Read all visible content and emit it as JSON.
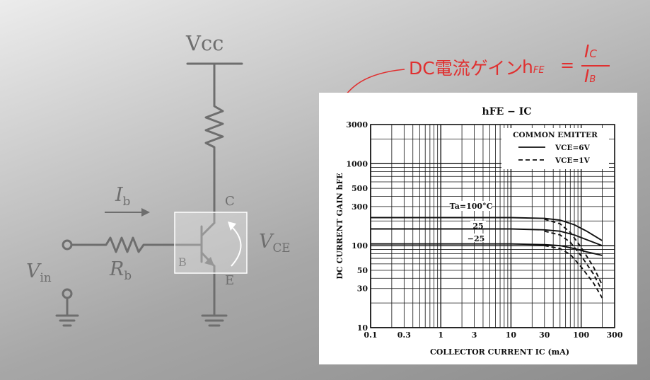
{
  "circuit": {
    "vcc_label": "Vcc",
    "ib_label": "I",
    "ib_sub": "b",
    "rb_label": "R",
    "rb_sub": "b",
    "vin_label": "V",
    "vin_sub": "in",
    "vce_label": "V",
    "vce_sub": "CE",
    "collector_label": "C",
    "base_label": "B",
    "emitter_label": "E",
    "wire_color": "#6e6e6e"
  },
  "annotation": {
    "text": "DC電流ゲイン",
    "formula_lhs": "h",
    "formula_lhs_sub": "FE",
    "equals": "=",
    "numerator": "I",
    "numerator_sub": "C",
    "denominator": "I",
    "denominator_sub": "B",
    "color": "#e03030"
  },
  "chart_data": {
    "type": "line",
    "title": "hFE  −  IC",
    "ylabel": "DC CURRENT GAIN  hFE",
    "xlabel": "COLLECTOR CURRENT  IC  (mA)",
    "x_scale": "log",
    "y_scale": "log",
    "xlim": [
      0.1,
      300
    ],
    "ylim": [
      10,
      3000
    ],
    "x_ticks": [
      0.1,
      0.3,
      1,
      3,
      10,
      30,
      100,
      300
    ],
    "x_tick_labels": [
      "0.1",
      "0.3",
      "1",
      "3",
      "10",
      "30",
      "100",
      "300"
    ],
    "y_ticks": [
      10,
      30,
      50,
      100,
      300,
      500,
      1000,
      3000
    ],
    "y_tick_labels": [
      "10",
      "30",
      "50",
      "100",
      "300",
      "500",
      "1000",
      "3000"
    ],
    "legend": {
      "title": "COMMON EMITTER",
      "placement": "top-right",
      "entries": [
        {
          "label": "VCE=6V",
          "style": "solid"
        },
        {
          "label": "VCE=1V",
          "style": "dashed"
        }
      ]
    },
    "annotations": [
      "Ta=100°C",
      "25",
      "−25"
    ],
    "series": [
      {
        "temp": "100",
        "vce": "6V",
        "style": "solid",
        "x": [
          0.1,
          1,
          10,
          30,
          50,
          80,
          120,
          200
        ],
        "y": [
          220,
          220,
          220,
          215,
          205,
          180,
          150,
          115
        ]
      },
      {
        "temp": "25",
        "vce": "6V",
        "style": "solid",
        "x": [
          0.1,
          1,
          10,
          30,
          50,
          80,
          120,
          200
        ],
        "y": [
          160,
          160,
          160,
          156,
          150,
          135,
          118,
          100
        ]
      },
      {
        "temp": "−25",
        "vce": "6V",
        "style": "solid",
        "x": [
          0.1,
          1,
          10,
          30,
          50,
          80,
          120,
          200
        ],
        "y": [
          105,
          105,
          105,
          103,
          100,
          92,
          84,
          76
        ]
      },
      {
        "temp": "100",
        "vce": "1V",
        "style": "dashed",
        "x": [
          30,
          50,
          70,
          100,
          150,
          200
        ],
        "y": [
          210,
          185,
          145,
          95,
          55,
          33
        ]
      },
      {
        "temp": "25",
        "vce": "1V",
        "style": "dashed",
        "x": [
          30,
          50,
          70,
          100,
          150,
          200
        ],
        "y": [
          150,
          135,
          110,
          75,
          45,
          28
        ]
      },
      {
        "temp": "−25",
        "vce": "1V",
        "style": "dashed",
        "x": [
          30,
          50,
          70,
          100,
          150,
          200
        ],
        "y": [
          100,
          92,
          78,
          55,
          35,
          23
        ]
      }
    ]
  }
}
